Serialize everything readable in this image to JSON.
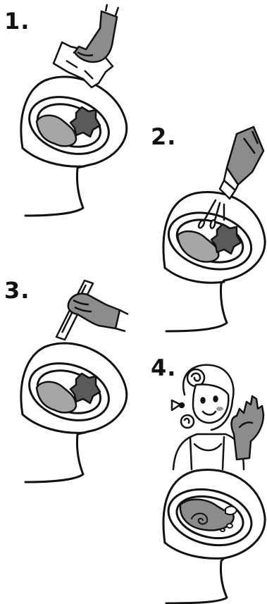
{
  "steps": [
    {
      "number": "1.",
      "icon": "wipe-with-paper-icon"
    },
    {
      "number": "2.",
      "icon": "spray-cleaner-icon"
    },
    {
      "number": "3.",
      "icon": "scrub-with-stick-icon"
    },
    {
      "number": "4.",
      "icon": "clean-toilet-happy-woman-icon"
    }
  ],
  "colors": {
    "outline": "#111111",
    "glove": "#8c8c8c",
    "stain_light": "#a6a6a6",
    "stain_dark": "#5a5a5a",
    "cheek": "#9a9a9a",
    "background": "#ffffff"
  }
}
